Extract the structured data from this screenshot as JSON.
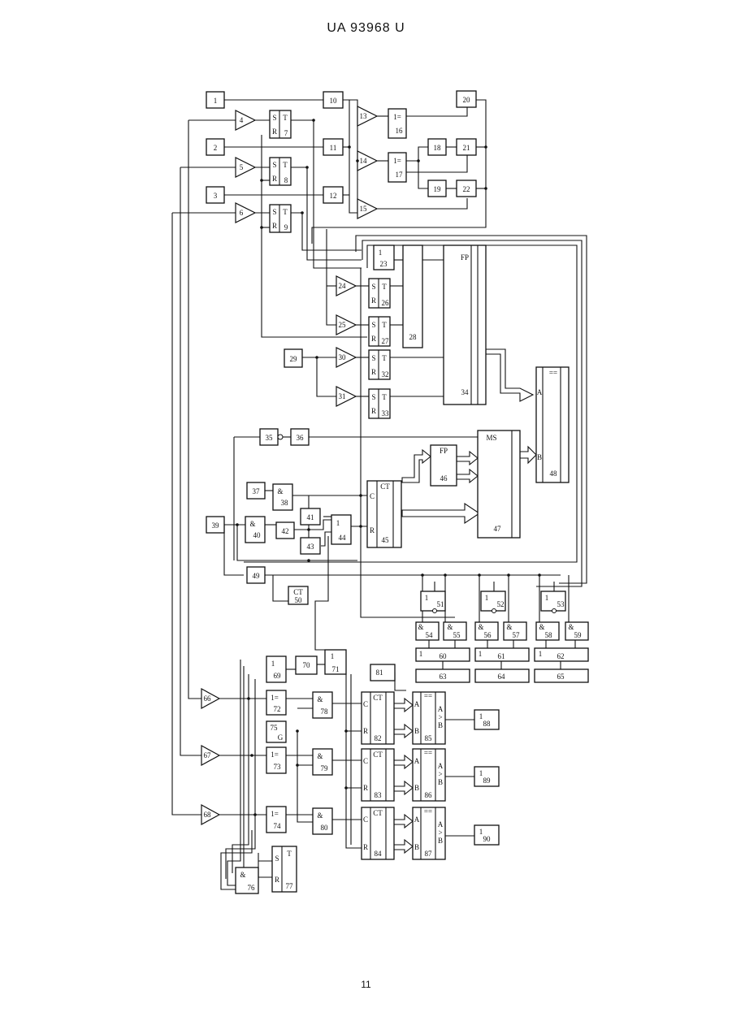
{
  "header": {
    "doc_id": "UA   93968   U"
  },
  "footer": {
    "page_number": "11"
  },
  "labels": {
    "t": "T",
    "s": "S",
    "r": "R",
    "c": "C",
    "ct": "CT",
    "fp": "FP",
    "ms": "MS",
    "and": "&",
    "or": "1",
    "xor": "1=",
    "g": "G",
    "eq": "==",
    "a": "A",
    "b": "B",
    "gt": ">"
  },
  "numbers": {
    "n1": "1",
    "n2": "2",
    "n3": "3",
    "n4": "4",
    "n5": "5",
    "n6": "6",
    "n7": "7",
    "n8": "8",
    "n9": "9",
    "n10": "10",
    "n11": "11",
    "n12": "12",
    "n13": "13",
    "n14": "14",
    "n15": "15",
    "n16": "16",
    "n17": "17",
    "n18": "18",
    "n19": "19",
    "n20": "20",
    "n21": "21",
    "n22": "22",
    "n23": "23",
    "n24": "24",
    "n25": "25",
    "n26": "26",
    "n27": "27",
    "n28": "28",
    "n29": "29",
    "n30": "30",
    "n31": "31",
    "n32": "32",
    "n33": "33",
    "n34": "34",
    "n35": "35",
    "n36": "36",
    "n37": "37",
    "n38": "38",
    "n39": "39",
    "n40": "40",
    "n41": "41",
    "n42": "42",
    "n43": "43",
    "n44": "44",
    "n45": "45",
    "n46": "46",
    "n47": "47",
    "n48": "48",
    "n49": "49",
    "n50": "50",
    "n51": "51",
    "n52": "52",
    "n53": "53",
    "n54": "54",
    "n55": "55",
    "n56": "56",
    "n57": "57",
    "n58": "58",
    "n59": "59",
    "n60": "60",
    "n61": "61",
    "n62": "62",
    "n63": "63",
    "n64": "64",
    "n65": "65",
    "n66": "66",
    "n67": "67",
    "n68": "68",
    "n69": "69",
    "n70": "70",
    "n71": "71",
    "n72": "72",
    "n73": "73",
    "n74": "74",
    "n75": "75",
    "n76": "76",
    "n77": "77",
    "n78": "78",
    "n79": "79",
    "n80": "80",
    "n81": "81",
    "n82": "82",
    "n83": "83",
    "n84": "84",
    "n85": "85",
    "n86": "86",
    "n87": "87",
    "n88": "88",
    "n89": "89",
    "n90": "90"
  }
}
